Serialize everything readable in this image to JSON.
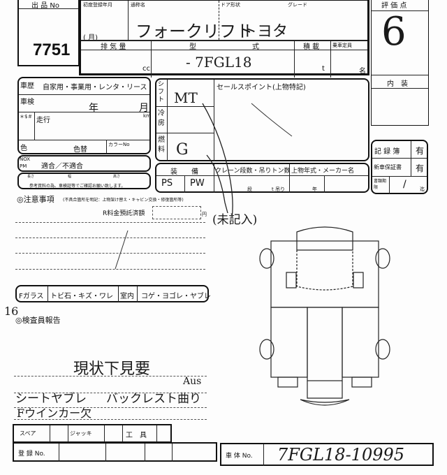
{
  "lot": {
    "label": "出 品 No",
    "number": "7751"
  },
  "header": {
    "first_reg_label": "初度登録年月",
    "first_reg_value": "(        月)",
    "name_label": "通称名",
    "name_value": "フォークリフト",
    "door_label": "ドア形状",
    "grade_label": "グレード",
    "maker_value": "トヨタ",
    "displacement_label": "排 気 量",
    "displacement_unit": "cc",
    "model_label": "型",
    "type_label": "式",
    "model_value": "- 7FGL18",
    "load_label": "積 載",
    "load_unit": "t",
    "capacity_label": "乗車定員",
    "capacity_unit": "名"
  },
  "grade": {
    "label": "評 価 点",
    "value": "6",
    "interior_label": "内　装"
  },
  "history": {
    "label": "車歴",
    "options": "自家用・事業用・レンタ・リース",
    "inspection_label": "車検",
    "year": "年",
    "month": "月",
    "mileage_prefix": "＊$＃",
    "mileage_label": "走行",
    "km": "km",
    "color_label": "色",
    "color_change": "色替",
    "color_no": "カラーNo"
  },
  "nox": {
    "label1": "NOX",
    "label2": "PM",
    "value": "適合／不適合"
  },
  "export": {
    "note": "参考資料の為、車検証等でご確認お願い致します。",
    "len": "長さ",
    "width": "幅",
    "height": "高さ"
  },
  "shift": {
    "shift_label": "シフト",
    "shift_value": "MT",
    "ac_label": "冷房",
    "fuel_label": "燃料",
    "fuel_value": "G",
    "sales_label": "セールスポイント(上物特記)"
  },
  "equipment": {
    "label1": "装",
    "label2": "備",
    "crane_label": "クレーン段数・吊りトン数",
    "upper_label": "上物年式・メーカー名",
    "ps": "PS",
    "pw": "PW",
    "steps": "段",
    "tons": "t 吊り",
    "year": "年"
  },
  "records": {
    "record_book": "記 録 簿",
    "record_value": "有",
    "warranty": "新車保証書",
    "warranty_value": "有",
    "docs_label": "書類期限",
    "docs_value": "/",
    "docs_until": "迄"
  },
  "notes": {
    "title": "◎注意事項",
    "subtitle": "(不具合箇所を明記：上物架け替え・キャビン交換・修復箇所等)",
    "recycle_label": "R料金預託済額",
    "yen": "円",
    "unentered": "(未記入)"
  },
  "glass": {
    "f_glass": "Fガラス",
    "chips": "トビ石・キズ・ワレ",
    "interior": "室内",
    "dirt": "コゲ・ヨゴレ・ヤブレ"
  },
  "inspector": {
    "count": "16",
    "title": "◎検査員報告",
    "line1": "現状下見要",
    "line2a": "シートヤブレ",
    "line2b": "バックレスト曲り",
    "aus": "Aus",
    "line3": "Fウインカー欠"
  },
  "tools": {
    "spare": "スペア",
    "jack": "ジャッキ",
    "tools": "工　具",
    "reg_no": "登 録 No."
  },
  "chassis": {
    "label": "車 体 No.",
    "value": "7FGL18-10995"
  }
}
